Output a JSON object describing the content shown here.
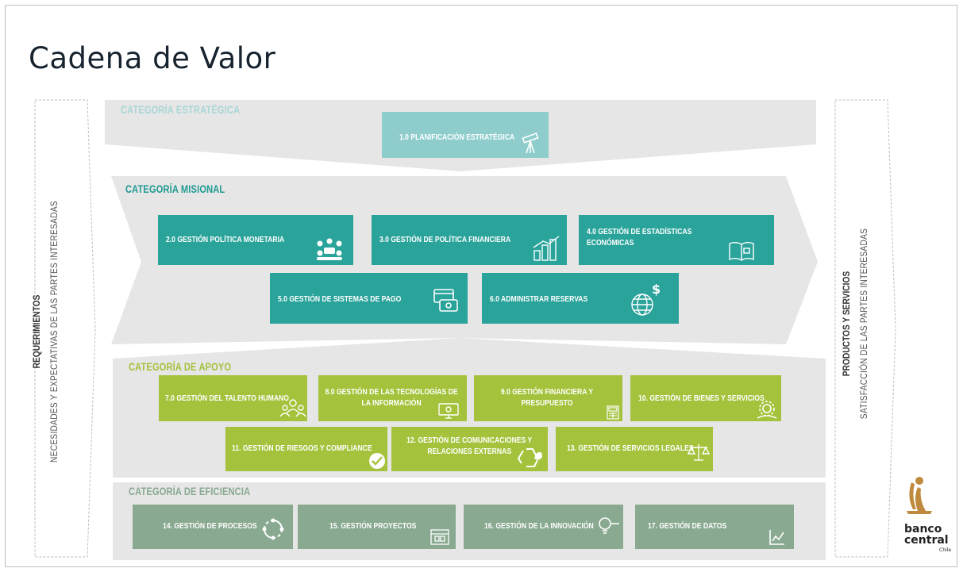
{
  "title": "Cadena de Valor",
  "left_panel": {
    "line1": "REQUERIMIENTOS",
    "line2": "NECESIDADES Y EXPECTATIVAS DE LAS PARTES INTERESADAS"
  },
  "right_panel": {
    "line1": "PRODUCTOS Y SERVICIOS",
    "line2": "SATISFACCIÓN DE LAS PARTES INTERESADAS"
  },
  "categories": {
    "estrategica": {
      "label": "CATEGORÍA ESTRATÉGICA",
      "boxes": [
        {
          "text": "1.0 PLANIFICACIÓN ESTRATÉGICA",
          "icon": "telescope-icon"
        }
      ]
    },
    "misional": {
      "label": "CATEGORÍA MISIONAL",
      "boxes": [
        {
          "text": "2.0 GESTIÓN POLÍTICA MONETARIA",
          "icon": "meeting-people-icon"
        },
        {
          "text": "3.0 GESTIÓN DE POLÍTICA FINANCIERA",
          "icon": "bar-chart-icon"
        },
        {
          "text": "4.0 GESTIÓN DE ESTADÍSTICAS ECONÓMICAS",
          "icon": "book-icon"
        },
        {
          "text": "5.0 GESTIÓN DE SISTEMAS DE PAGO",
          "icon": "payment-icon"
        },
        {
          "text": "6.0 ADMINISTRAR RESERVAS",
          "icon": "globe-dollar-icon"
        }
      ]
    },
    "apoyo": {
      "label": "CATEGORÍA DE APOYO",
      "boxes": [
        {
          "text": "7.0 GESTIÓN DEL TALENTO HUMANO",
          "icon": "people-icon"
        },
        {
          "text": "8.0 GESTIÓN DE LAS TECNOLOGÍAS DE LA INFORMACIÓN",
          "icon": "computer-icon"
        },
        {
          "text": "9.0 GESTIÓN FINANCIERA Y PRESUPUESTO",
          "icon": "calculator-icon"
        },
        {
          "text": "10. GESTIÓN DE  BIENES Y SERVICIOS",
          "icon": "gear-hand-icon"
        },
        {
          "text": "11. GESTIÓN DE RIESGOS Y COMPLIANCE",
          "icon": "checkmark-icon"
        },
        {
          "text": "12. GESTIÓN DE COMUNICACIONES Y RELACIONES EXTERNAS",
          "icon": "recycle-icon"
        },
        {
          "text": "13. GESTIÓN DE SERVICIOS LEGALES",
          "icon": "scales-icon"
        }
      ]
    },
    "eficiencia": {
      "label": "CATEGORÍA DE EFICIENCIA",
      "boxes": [
        {
          "text": "14. GESTIÓN DE PROCESOS",
          "icon": "cycle-icon"
        },
        {
          "text": "15. GESTIÓN PROYECTOS",
          "icon": "calendar-icon"
        },
        {
          "text": "16. GESTIÓN DE LA INNOVACIÓN",
          "icon": "lightbulb-icon"
        },
        {
          "text": "17. GESTIÓN DE DATOS",
          "icon": "line-chart-icon"
        }
      ]
    }
  },
  "logo": {
    "line1": "banco",
    "line2": "central",
    "line3": "Chile"
  },
  "colors": {
    "estrategica_label": "#a8d6d6",
    "estrategica_box": "#8fcdcd",
    "misional_label": "#1f9a92",
    "misional_box": "#2aa39b",
    "apoyo_label": "#a4c23b",
    "apoyo_box": "#a4c23b",
    "eficiencia_label": "#89a990",
    "eficiencia_box": "#89a990",
    "band_fill": "#e6e6e6",
    "logo_gold": "#c08a3e"
  }
}
